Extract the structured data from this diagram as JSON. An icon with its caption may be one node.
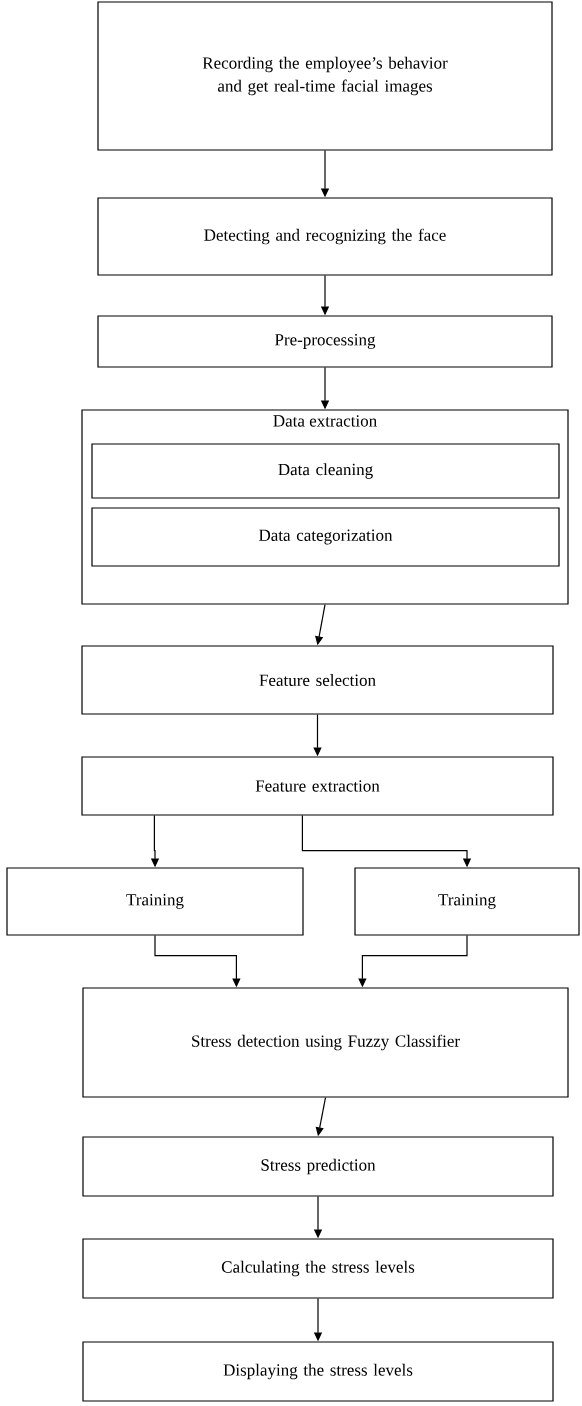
{
  "diagram": {
    "nodes": [
      {
        "text": [
          "Recording the employee’s behavior and get real-time facial images"
        ]
      },
      {
        "text": [
          "Detecting and recognizing the face"
        ]
      },
      {
        "text": [
          "Pre-processing"
        ]
      },
      {
        "text": [
          "Data extraction"
        ]
      },
      {
        "text": [
          "Data cleaning"
        ],
        "in": 3
      },
      {
        "text": [
          "Data categorization"
        ],
        "in": 3
      },
      {
        "text": [
          "Feature selection"
        ]
      },
      {
        "text": [
          "Feature extraction"
        ]
      },
      {
        "text": [
          "Training"
        ]
      },
      {
        "text": [
          "Training"
        ]
      },
      {
        "text": [
          "Stress detection using Fuzzy Classifier"
        ]
      },
      {
        "text": [
          "Stress prediction"
        ]
      },
      {
        "text": [
          "Calculating the stress levels"
        ]
      },
      {
        "text": [
          "Displaying the stress levels"
        ]
      }
    ],
    "edges": [
      {
        "from": 0,
        "to": 1,
        "arrow": "to"
      },
      {
        "from": 1,
        "to": 2,
        "arrow": "to"
      },
      {
        "from": 2,
        "to": 3,
        "arrow": "to"
      },
      {
        "from": 3,
        "to": 6,
        "arrow": "to"
      },
      {
        "from": 6,
        "to": 7,
        "arrow": "to"
      },
      {
        "from": 7,
        "to": 8,
        "arrow": "to"
      },
      {
        "from": 7,
        "to": 9,
        "arrow": "to"
      },
      {
        "from": 8,
        "to": 10,
        "arrow": "to"
      },
      {
        "from": 9,
        "to": 10,
        "arrow": "to"
      },
      {
        "from": 10,
        "to": 11,
        "arrow": "to"
      },
      {
        "from": 11,
        "to": 12,
        "arrow": "to"
      },
      {
        "from": 12,
        "to": 13,
        "arrow": "to"
      }
    ]
  }
}
